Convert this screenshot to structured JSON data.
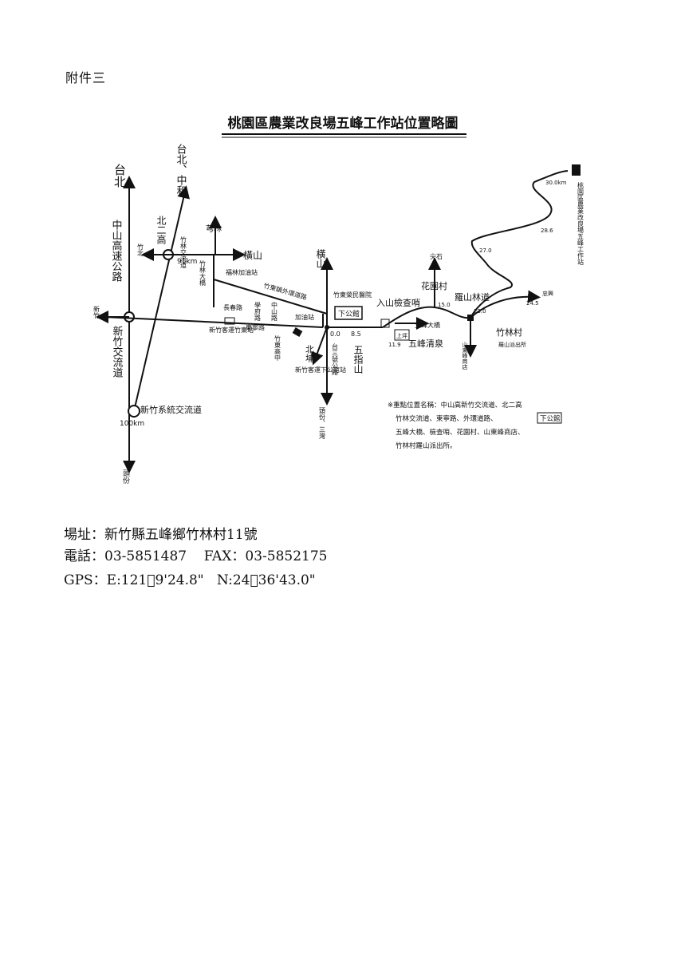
{
  "attachment_label": "附件三",
  "map": {
    "title": "桃園區農業改良場五峰工作站位置略圖",
    "places": {
      "taipei": "台北",
      "taipei_zhonghe": "台北、中和",
      "north2_highway": "北二高",
      "zhongshan_highway": "中山高速公路",
      "hsinchu_interchange": "新竹交流道",
      "hsinchu_system_interchange": "新竹系統交流道",
      "km100": "100km",
      "toufen": "頭份",
      "zhubei": "竹北",
      "hsinchu": "新竹",
      "qionglin": "芎林",
      "zhulin_interchange": "竹林交流道",
      "km91": "91km",
      "zhulin_bridge": "竹林大橋",
      "fulin_gas": "福林加油站",
      "hengshan_a": "橫山",
      "zhudong_bypass": "竹東鎮外環道路",
      "hengshan_b": "橫山",
      "zhudong_hospital": "竹東榮民醫院",
      "xiagongguan": "下公館",
      "changchun_rd": "長春路",
      "xuefu_rd": "學府路",
      "zhongshan_rd": "中山路",
      "gas_station": "加油站",
      "dongning_rd": "東寧路",
      "hsinchu_bus_zhudong": "新竹客運竹東站",
      "zhudong_high": "竹東高中",
      "beipu": "北埔",
      "prov3": "台三號公路",
      "hsinchu_bus_xiagongguan": "新竹客運下公館站",
      "toufen_sanwan": "頭份、三灣",
      "km0": "0.0",
      "km85": "8.5",
      "wuzhishan": "五指山",
      "shangping": "上坪",
      "km119": "11.9",
      "wufeng_bridge": "五峰大橋",
      "wufeng_spring": "五峰清泉",
      "checkpoint": "入山檢查哨",
      "jianshi": "尖石",
      "huayuan": "花園村",
      "km15": "15.0",
      "luoshan_road": "羅山林道",
      "km23": "23.0",
      "zhulin_village": "竹林村",
      "luoshan_police": "羅山派出所",
      "shandongfeng_store": "山東峰商店",
      "km27": "27.0",
      "km245": "24.5",
      "zhongxing": "忠興",
      "km286": "28.6",
      "km30": "30.0km",
      "station_label": "桃園區農業改良場五峰工作站"
    },
    "note_lines": [
      "※重點位置名稱：中山高新竹交流道、北二高",
      "竹林交流道、東寧路、外環道路、",
      "五峰大橋、檢查哨、花園村、山東峰商店、",
      "竹林村羅山派出所。"
    ],
    "note_boxed": "下公館"
  },
  "info": {
    "address": "場址：新竹縣五峰鄉竹林村11號",
    "phone": "電話：03-5851487    FAX：03-5852175",
    "gps": "GPS：E:121゚9'24.8\"   N:24゚36'43.0\""
  }
}
